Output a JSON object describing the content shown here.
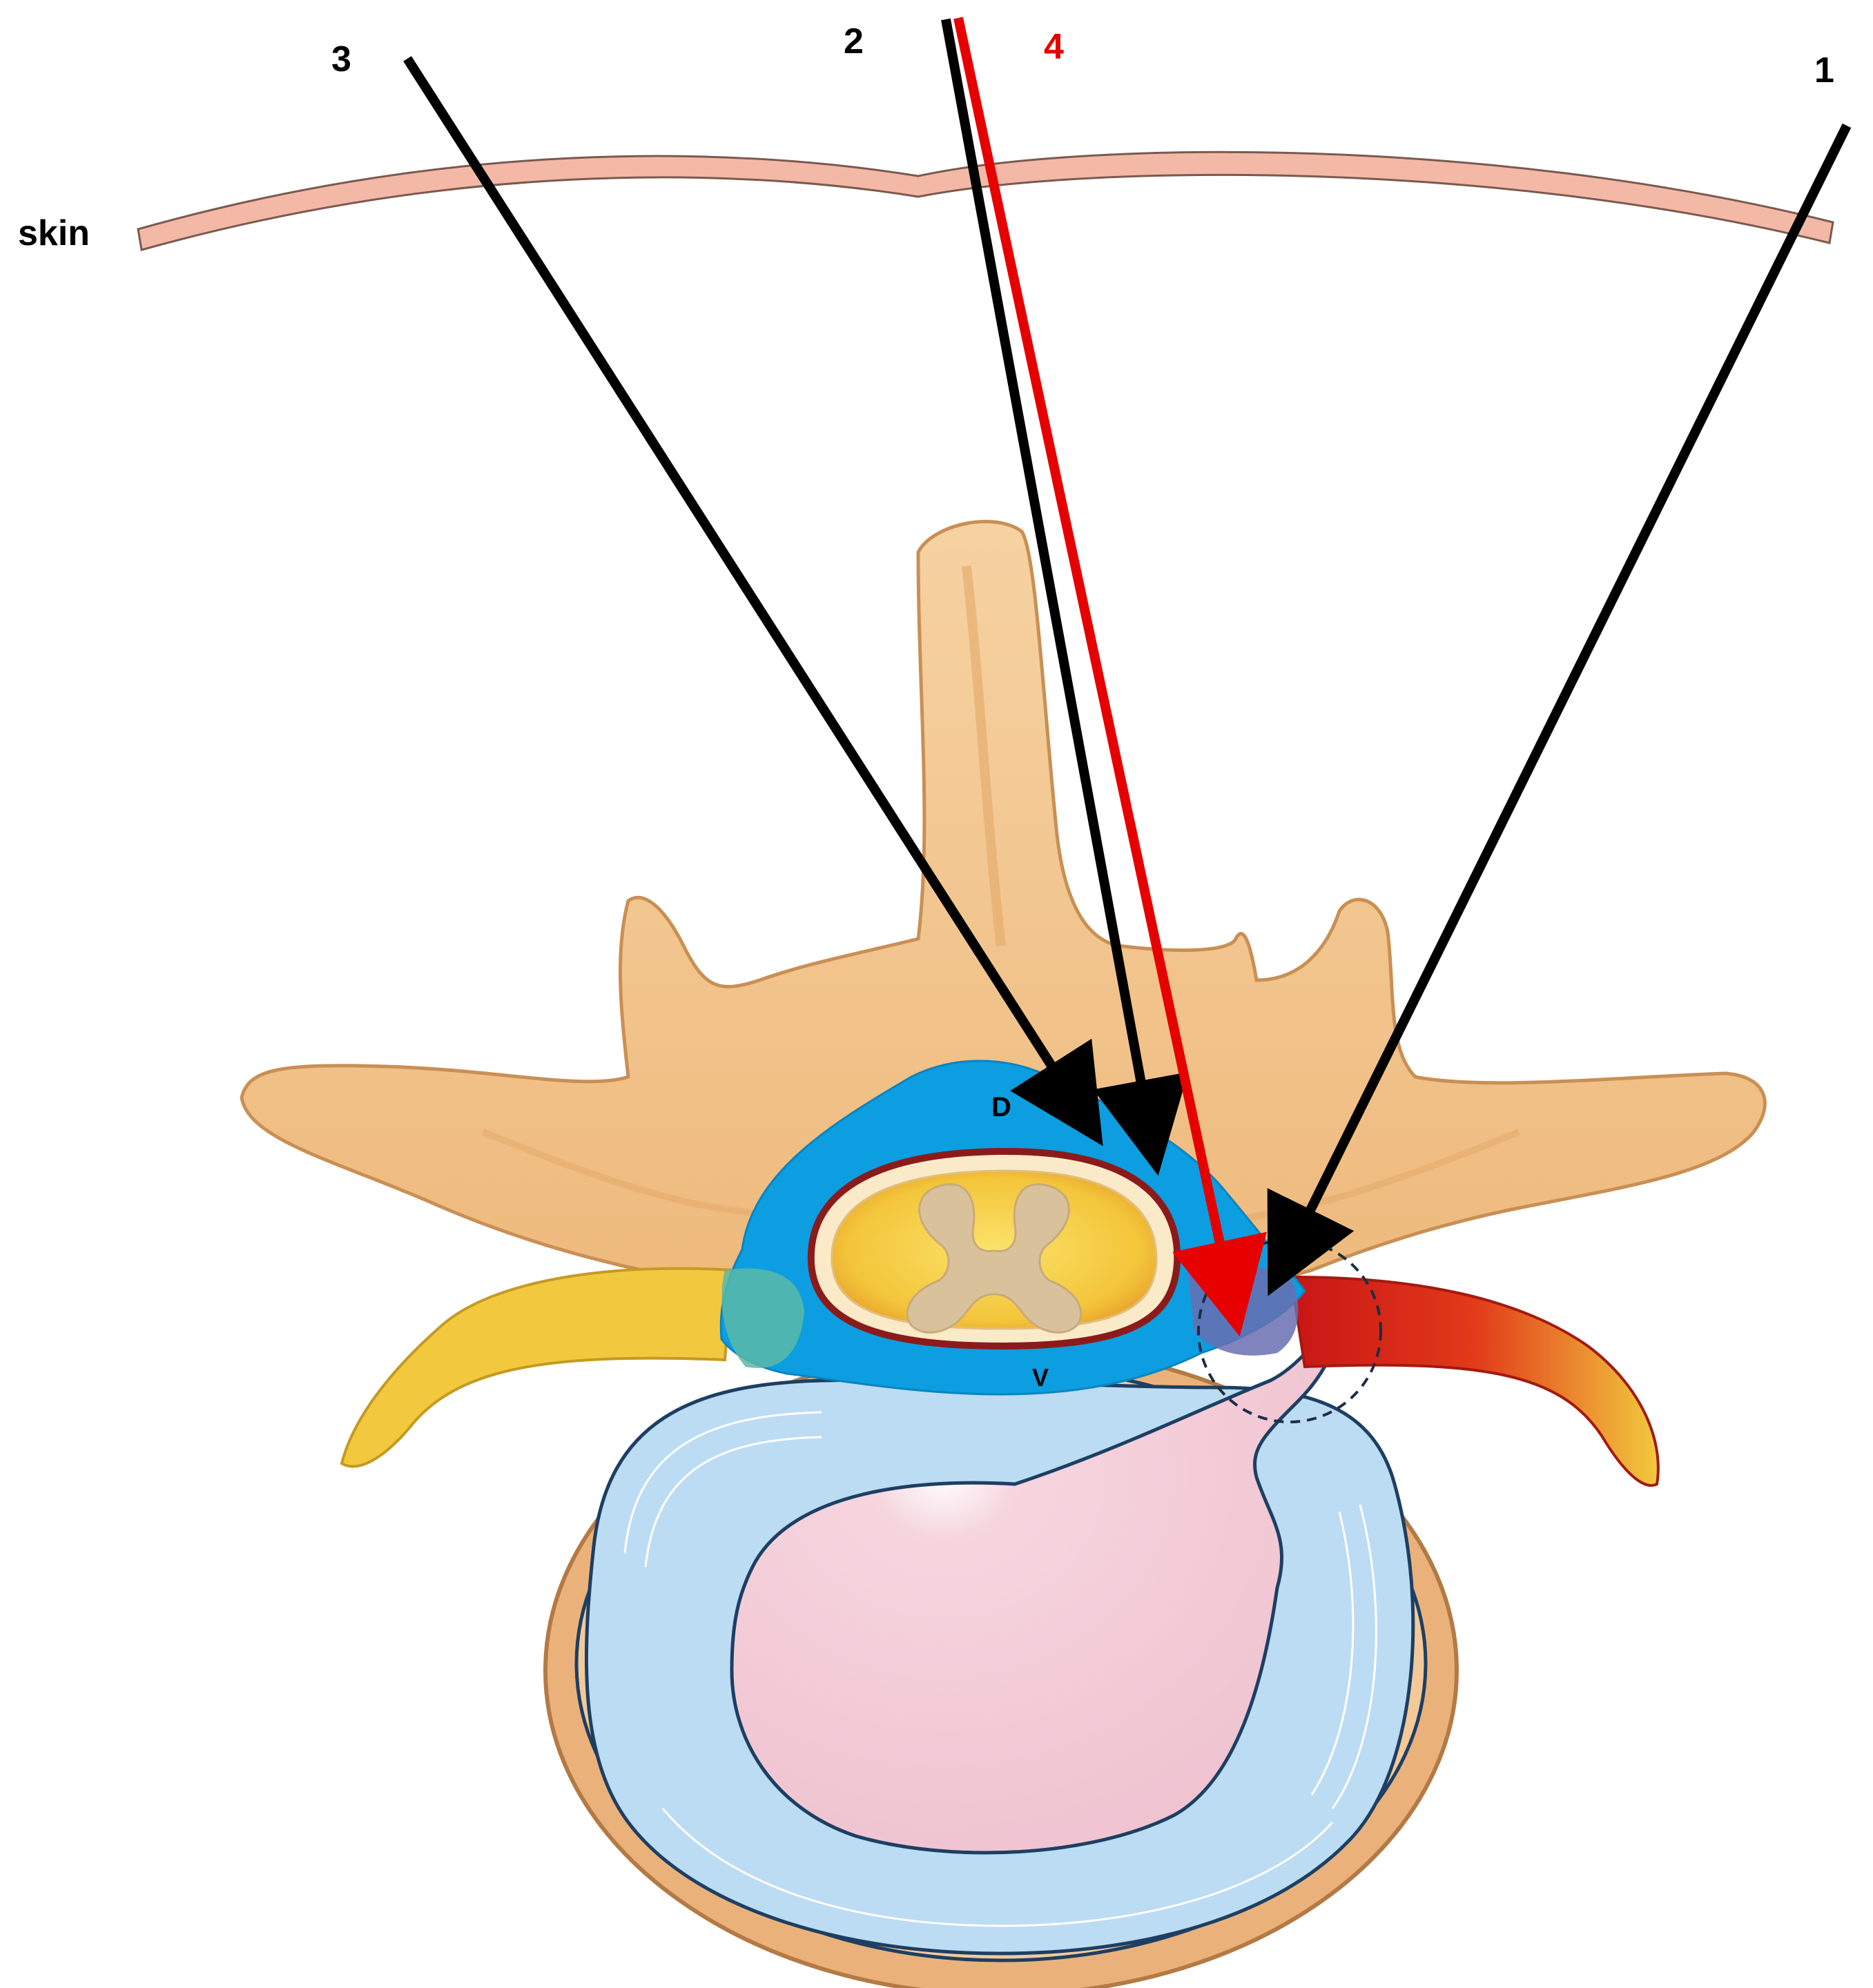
{
  "labels": {
    "skin": "skin",
    "needle_1": "1",
    "needle_2": "2",
    "needle_3": "3",
    "needle_4": "4",
    "dorsal": "D",
    "ventral": "V"
  },
  "icons": {
    "needle_1": "arrow-icon",
    "needle_2": "arrow-icon",
    "needle_3": "arrow-icon",
    "needle_4": "arrow-icon"
  },
  "colors": {
    "skin": "#f3b9a6",
    "bone": "#f2c48c",
    "bone_outline": "#c98f54",
    "epidural_space": "#0c9ee0",
    "dura": "#8b1b1b",
    "spinal_cord": "#f7d44c",
    "gray_matter": "#d9c29b",
    "disc_annulus": "#bcdcf3",
    "disc_nucleus": "#f2c6d4",
    "nerve_root": "#f2c93e",
    "inflamed_nerve": "#d9281c",
    "needle_black": "#000000",
    "needle_red": "#e60000",
    "label_red": "#e60000"
  }
}
